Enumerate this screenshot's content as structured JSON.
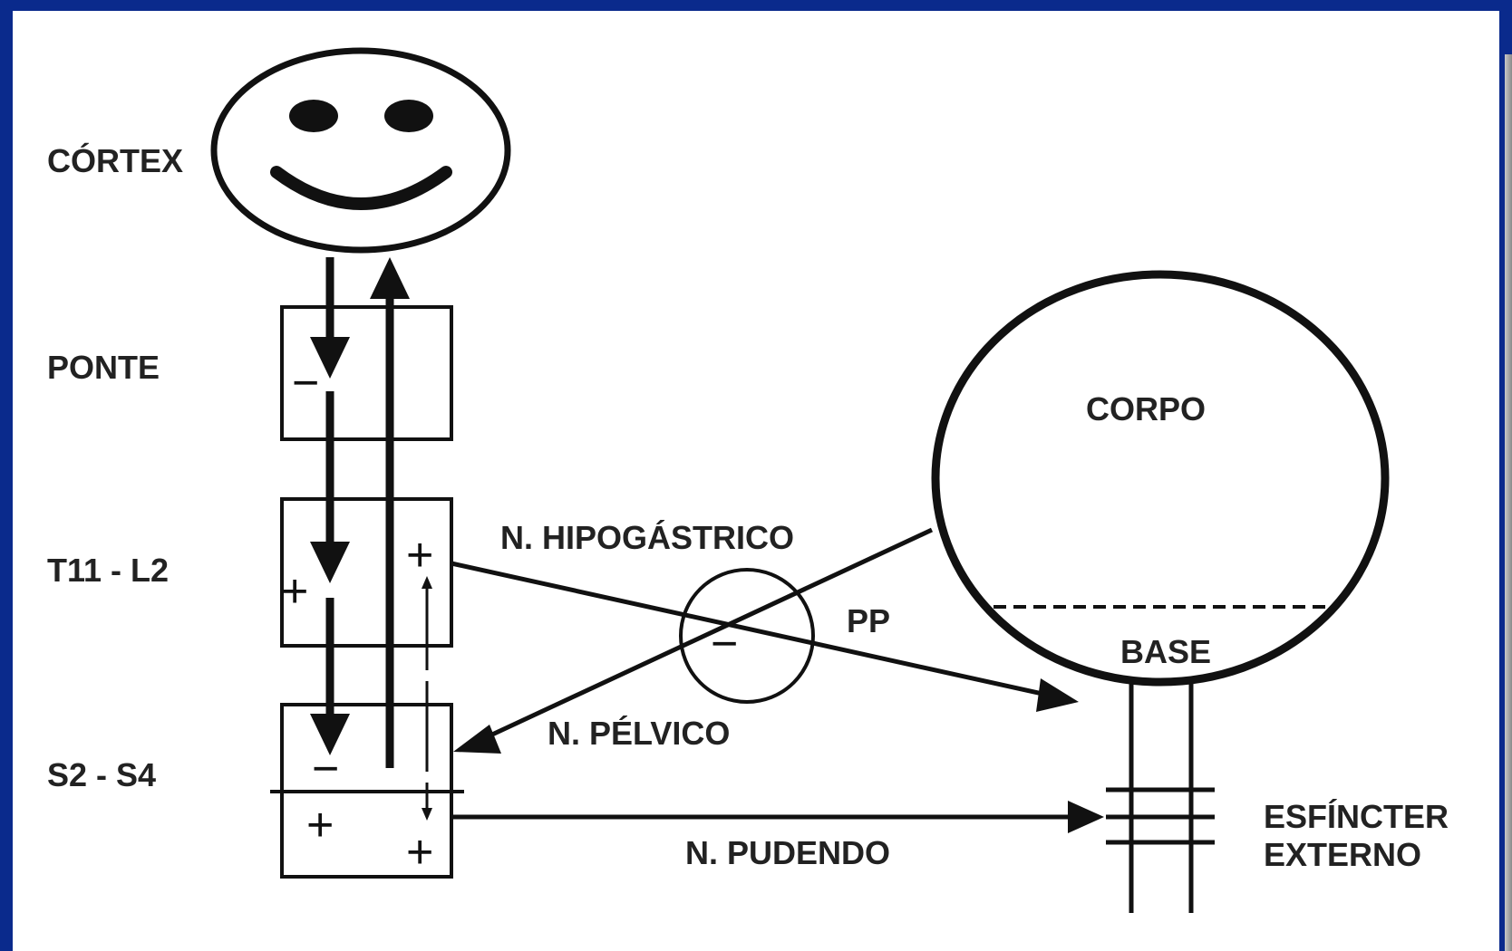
{
  "diagram": {
    "levels": {
      "cortex": "CÓRTEX",
      "ponte": "PONTE",
      "t11_l2": "T11 - L2",
      "s2_s4": "S2 - S4"
    },
    "nerves": {
      "hipogastrico": "N. HIPOGÁSTRICO",
      "pelvico": "N. PÉLVICO",
      "pudendo": "N. PUDENDO"
    },
    "bladder": {
      "corpo": "CORPO",
      "base": "BASE",
      "pp": "PP"
    },
    "sphincter": {
      "line1": "ESFÍNCTER",
      "line2": "EXTERNO"
    },
    "signs": {
      "ponte_minus": "−",
      "t11_plus_left": "+",
      "t11_plus_right": "+",
      "s2_minus": "−",
      "s2_plus_left": "+",
      "s2_plus_right": "+",
      "pp_minus": "−"
    },
    "colors": {
      "frame": "#0a2a8c",
      "ink": "#111111",
      "background": "#ffffff"
    }
  }
}
